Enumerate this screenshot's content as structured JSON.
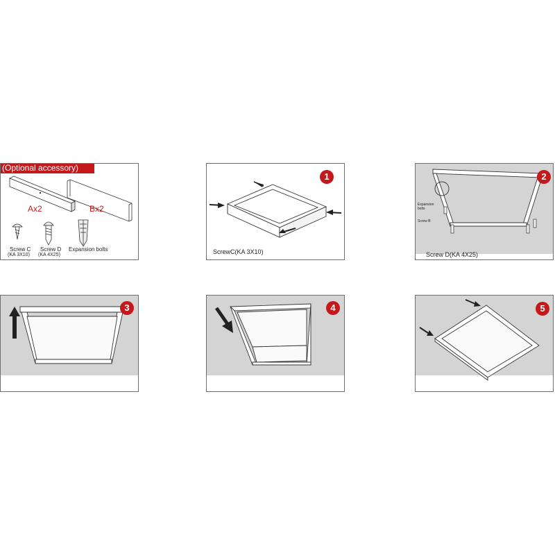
{
  "panels": {
    "accessory": {
      "title": "(Optional accessory)",
      "part_a": "Ax2",
      "part_b": "Bx2",
      "screw_c_name": "Screw C",
      "screw_c_size": "(KA 3X10)",
      "screw_d_name": "Screw D",
      "screw_d_size": "(KA 4X25)",
      "expansion_bolts": "Expansion bolts"
    },
    "step1": {
      "badge": "1",
      "caption": "ScrewC(KA 3X10)"
    },
    "step2": {
      "badge": "2",
      "expansion_line1": "Expansion",
      "expansion_line2": "bolts",
      "screw_b": "Screw B",
      "caption": "Screw D(KA 4X25)"
    },
    "step3": {
      "badge": "3"
    },
    "step4": {
      "badge": "4"
    },
    "step5": {
      "badge": "5"
    }
  },
  "colors": {
    "accent_red": "#c4181c",
    "ceiling_gray": "#cfcfcf",
    "line": "#333333"
  }
}
